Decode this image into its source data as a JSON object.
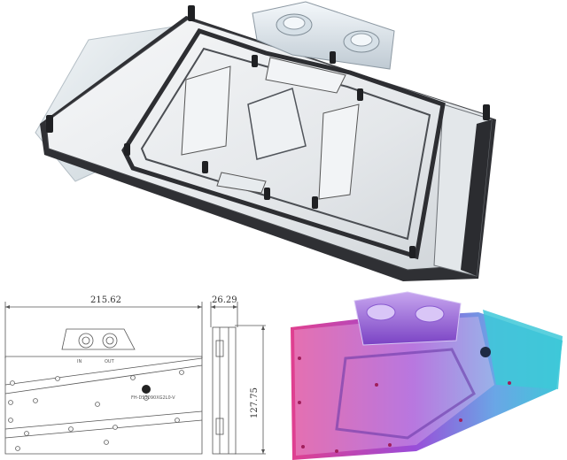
{
  "drawing": {
    "width_dim": "215.62",
    "thickness_dim": "26.29",
    "height_dim": "127.75",
    "in_label": "IN",
    "out_label": "OUT",
    "model_code": "FH-DS3090XG2L0-V"
  },
  "colors": {
    "metal_dark": "#2a2a2e",
    "metal_light": "#e9ecef",
    "acrylic": "#dfe6ea",
    "rgb_pink": "#e0408f",
    "rgb_purple": "#9a4cd8",
    "rgb_cyan": "#3ec8d8"
  }
}
